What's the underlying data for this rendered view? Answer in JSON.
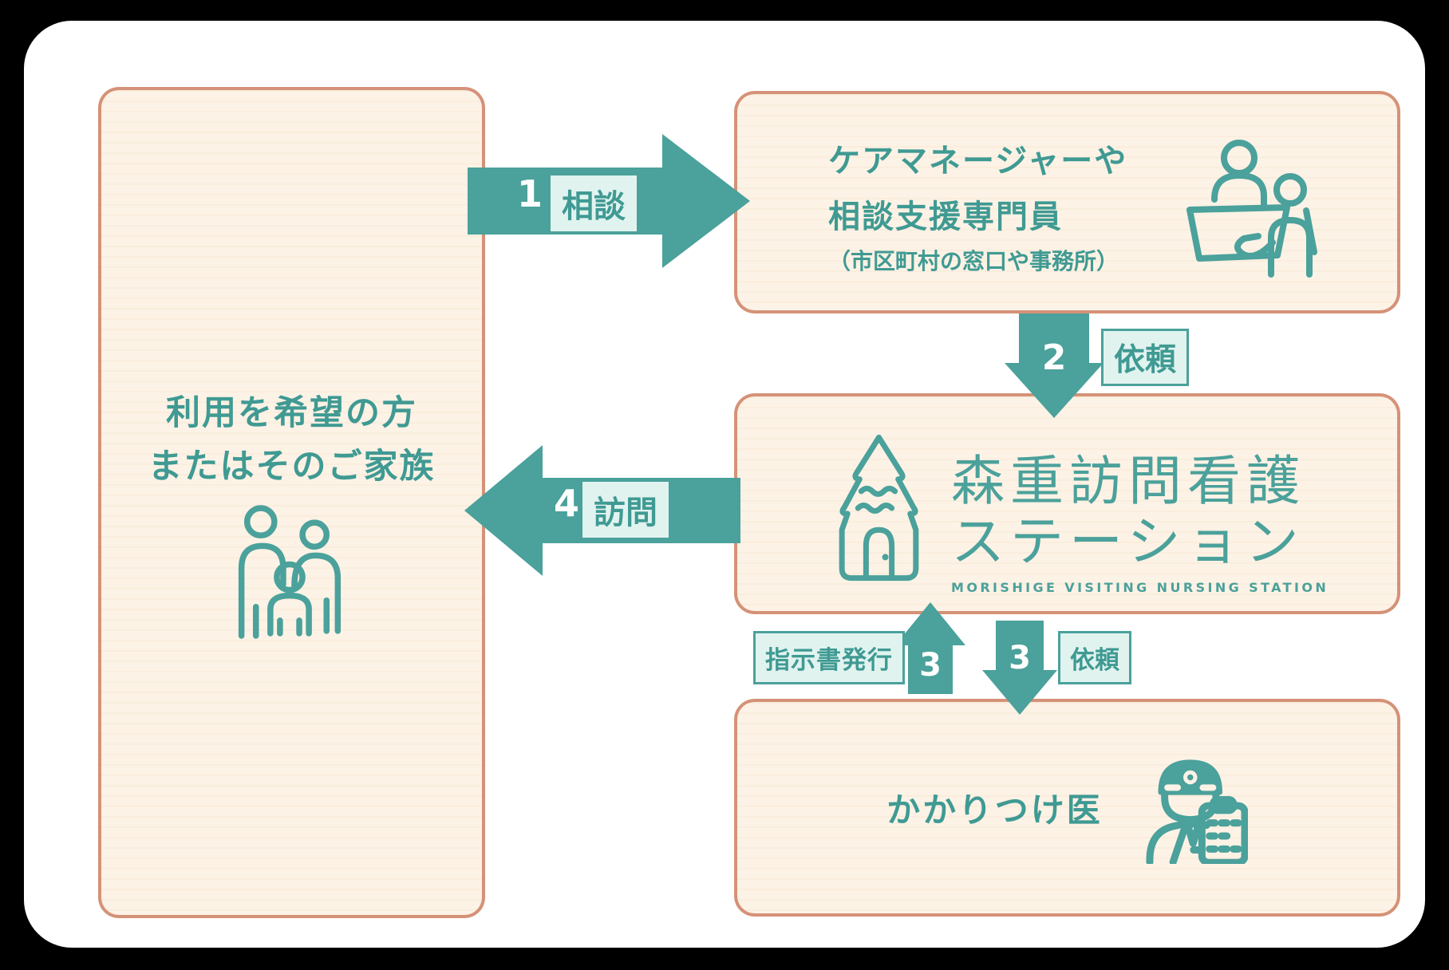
{
  "palette": {
    "teal": "#4ba19b",
    "teal_text": "#3f9a93",
    "mint": "#e1f3ef",
    "cream": "#fcf2e5",
    "salmon_border": "#c8795c",
    "card_bg": "#ffffff",
    "page_bg": "#000000"
  },
  "boxes": {
    "user": {
      "line1": "利用を希望の方",
      "line2": "またはそのご家族",
      "icon": "family-icon"
    },
    "care_manager": {
      "line1": "ケアマネージャーや",
      "line2": "相談支援専門員",
      "line3": "（市区町村の窓口や事務所）",
      "icon": "reception-desk-icon"
    },
    "station": {
      "logo_line1": "森重訪問看護",
      "logo_line2": "ステーション",
      "logo_subtitle": "MORISHIGE VISITING NURSING STATION",
      "icon": "house-tree-icon"
    },
    "doctor": {
      "label": "かかりつけ医",
      "icon": "doctor-icon"
    }
  },
  "arrows": {
    "step1": {
      "number": "1",
      "label": "相談",
      "direction": "right"
    },
    "step2": {
      "number": "2",
      "label": "依頼",
      "direction": "down"
    },
    "step3_up": {
      "number": "3",
      "label": "指示書発行",
      "direction": "up"
    },
    "step3_down": {
      "number": "3",
      "label": "依頼",
      "direction": "down"
    },
    "step4": {
      "number": "4",
      "label": "訪問",
      "direction": "left"
    }
  }
}
